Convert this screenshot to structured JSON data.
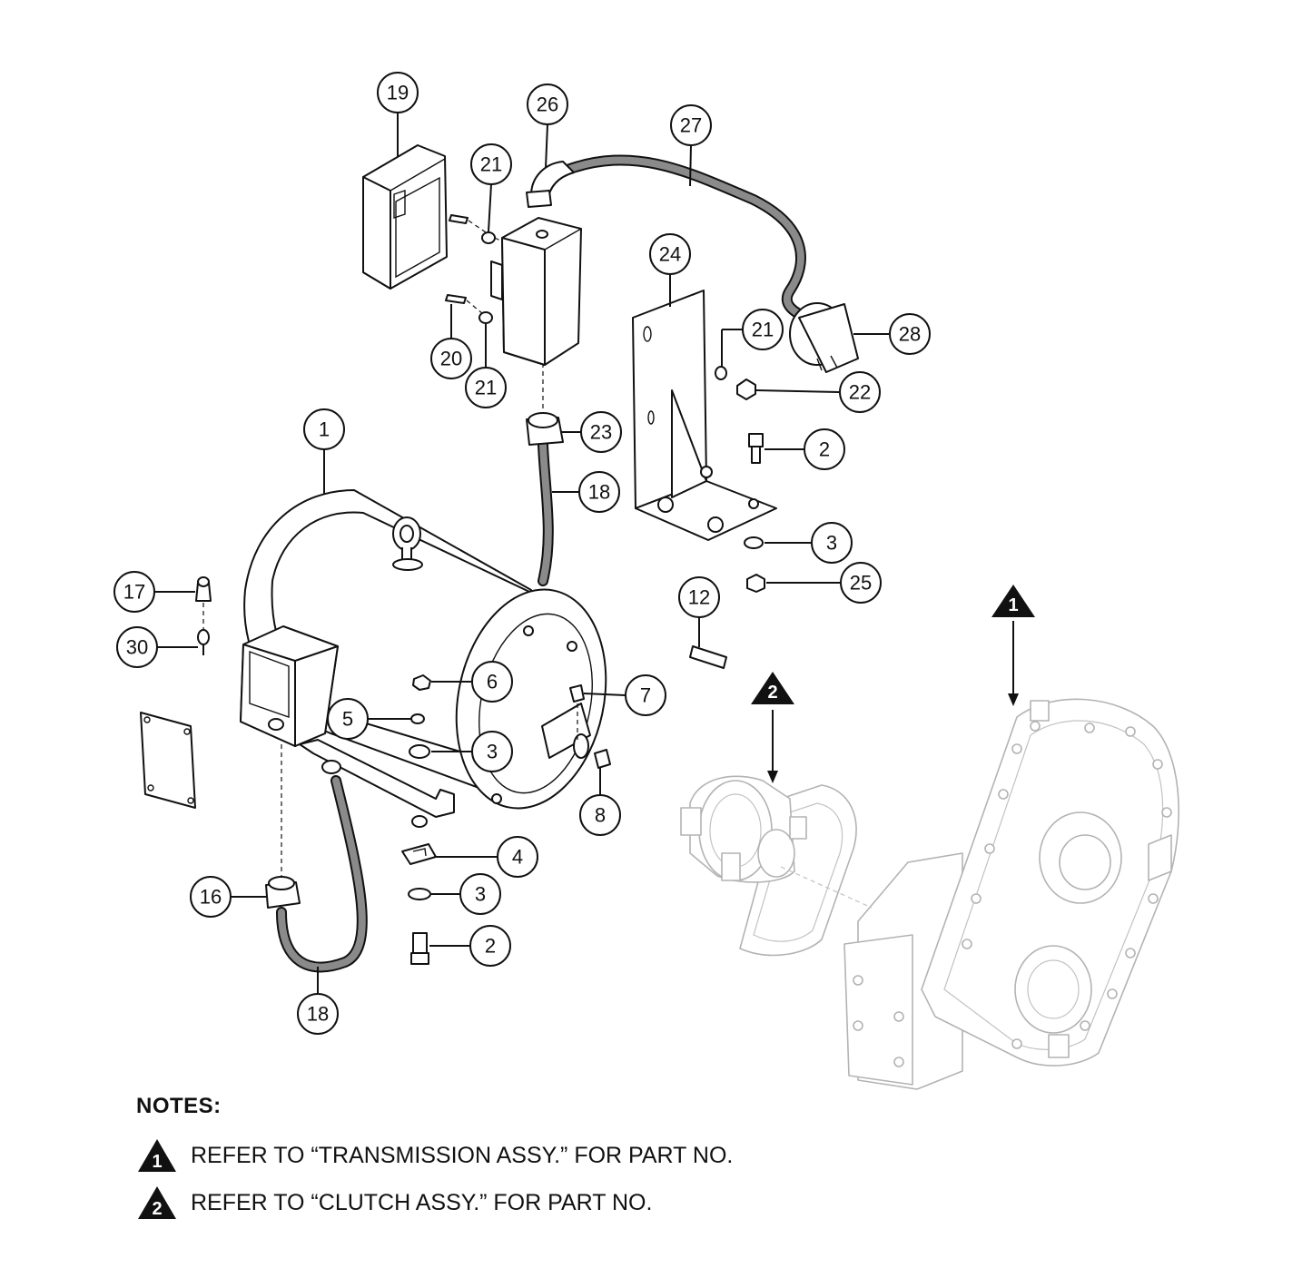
{
  "diagram": {
    "callouts": {
      "c19": "19",
      "c26": "26",
      "c27": "27",
      "c21a": "21",
      "c21b": "21",
      "c21c": "21",
      "c20": "20",
      "c24": "24",
      "c28": "28",
      "c22": "22",
      "c2a": "2",
      "c23": "23",
      "c1": "1",
      "c18a": "18",
      "c3a": "3",
      "c25": "25",
      "c12": "12",
      "c17": "17",
      "c30": "30",
      "c6": "6",
      "c7": "7",
      "c5": "5",
      "c3b": "3",
      "c8": "8",
      "c4": "4",
      "c16": "16",
      "c3c": "3",
      "c2b": "2",
      "c18b": "18"
    },
    "reference_markers": {
      "transmission": "1",
      "clutch": "2"
    }
  },
  "notes": {
    "heading": "NOTES:",
    "items": [
      {
        "marker": "1",
        "text": "REFER TO “TRANSMISSION ASSY.” FOR PART NO."
      },
      {
        "marker": "2",
        "text": "REFER TO “CLUTCH ASSY.” FOR PART NO."
      }
    ]
  }
}
